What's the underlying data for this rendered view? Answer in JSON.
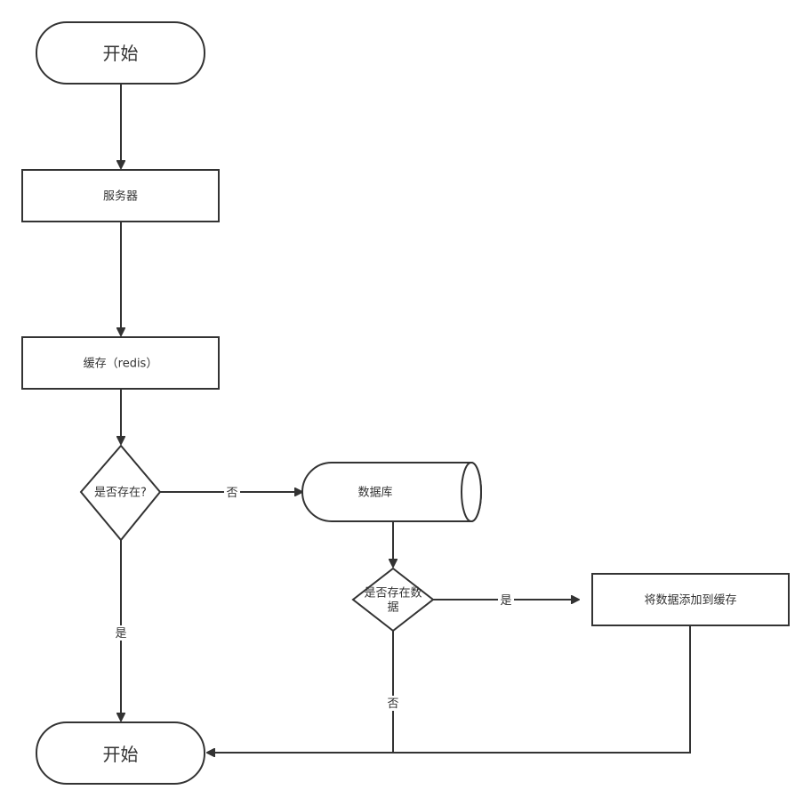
{
  "diagram": {
    "nodes": {
      "start": {
        "label": "开始",
        "shape": "terminator"
      },
      "server": {
        "label": "服务器",
        "shape": "process"
      },
      "cache": {
        "label": "缓存（redis）",
        "shape": "process"
      },
      "exists": {
        "label": "是否存在?",
        "shape": "decision"
      },
      "database": {
        "label": "数据库",
        "shape": "cylinder"
      },
      "exists_db_line1": {
        "label": "是否存在数",
        "shape": "decision"
      },
      "exists_db_line2": {
        "label": "据"
      },
      "add_cache": {
        "label": "将数据添加到缓存",
        "shape": "process"
      },
      "end": {
        "label": "开始",
        "shape": "terminator"
      }
    },
    "edges": {
      "exists_no": {
        "from": "exists",
        "to": "database",
        "label": "否"
      },
      "exists_yes": {
        "from": "exists",
        "to": "end",
        "label": "是"
      },
      "db_yes": {
        "from": "exists_db",
        "to": "add_cache",
        "label": "是"
      },
      "db_no": {
        "from": "exists_db",
        "to": "end",
        "label": "否"
      }
    },
    "colors": {
      "stroke": "#333333",
      "fill": "#ffffff",
      "background": "#ffffff"
    }
  }
}
